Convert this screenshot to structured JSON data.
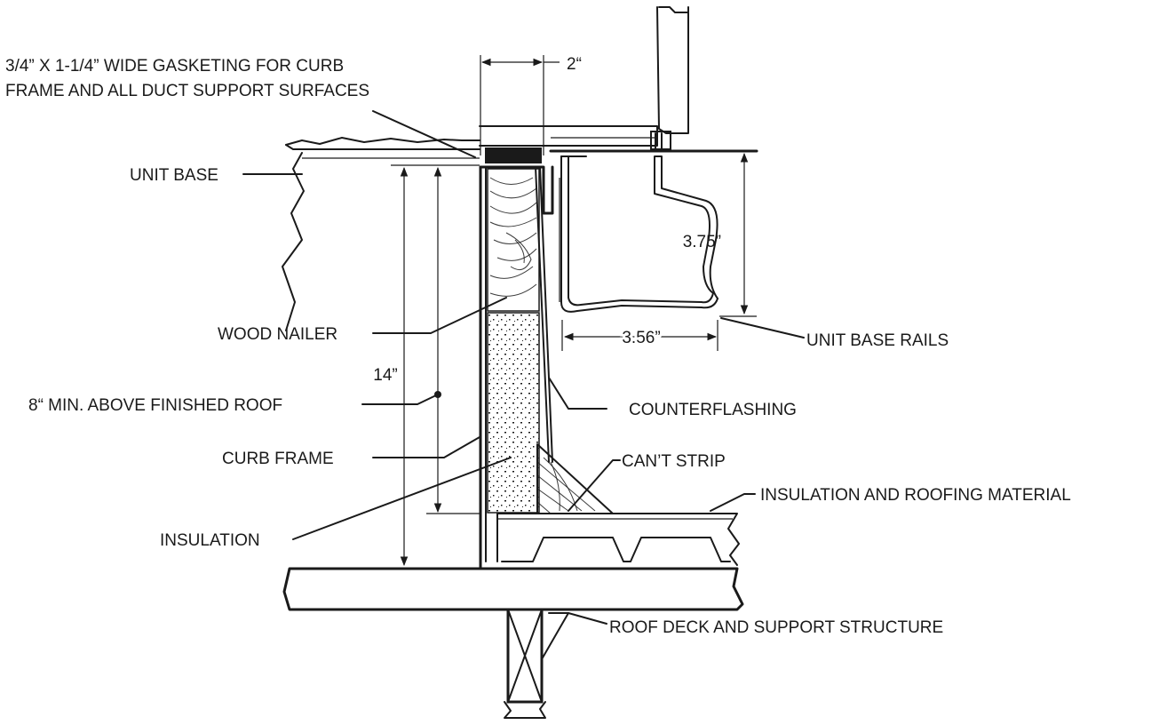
{
  "labels": {
    "gasketing_line1": "3/4” X 1-1/4” WIDE GASKETING FOR CURB",
    "gasketing_line2": "FRAME AND ALL DUCT SUPPORT SURFACES",
    "unit_base": "UNIT BASE",
    "wood_nailer": "WOOD NAILER",
    "min_above_roof": "8“ MIN. ABOVE FINISHED ROOF",
    "curb_frame": "CURB FRAME",
    "insulation": "INSULATION",
    "unit_base_rails": "UNIT BASE RAILS",
    "counterflashing": "COUNTERFLASHING",
    "cant_strip": "CAN’T STRIP",
    "insulation_roofing": "INSULATION AND ROOFING MATERIAL",
    "roof_deck": "ROOF DECK AND SUPPORT STRUCTURE"
  },
  "dimensions": {
    "curb_width": "2“",
    "curb_height": "14”",
    "rail_height": "3.75”",
    "rail_width": "3.56”"
  },
  "colors": {
    "line": "#1a1a1a",
    "background": "#ffffff"
  }
}
